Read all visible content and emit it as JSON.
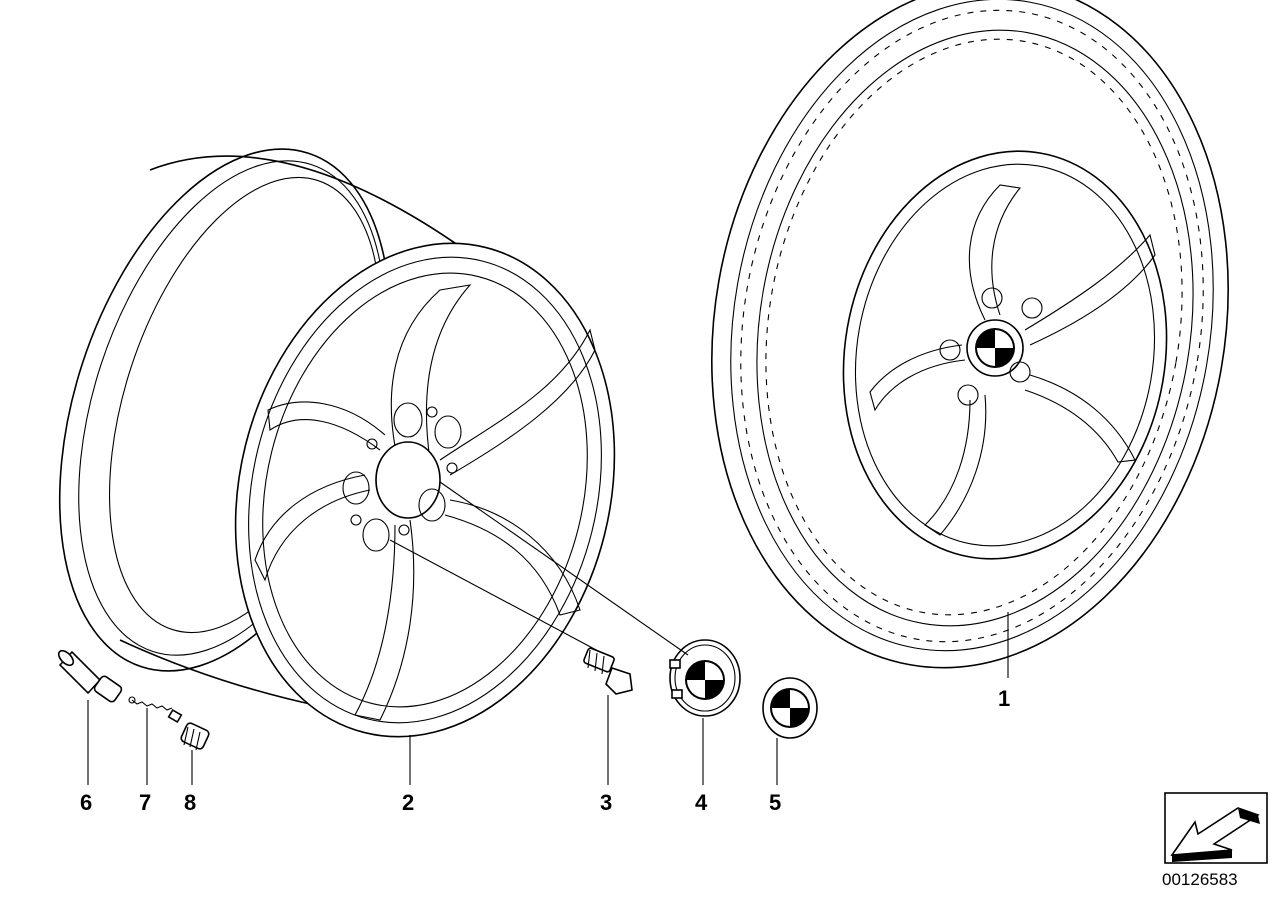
{
  "callouts": [
    "1",
    "2",
    "3",
    "4",
    "5",
    "6",
    "7",
    "8"
  ],
  "diagram_id": "00126583",
  "colors": {
    "ink": "#000000",
    "paper": "#ffffff"
  }
}
